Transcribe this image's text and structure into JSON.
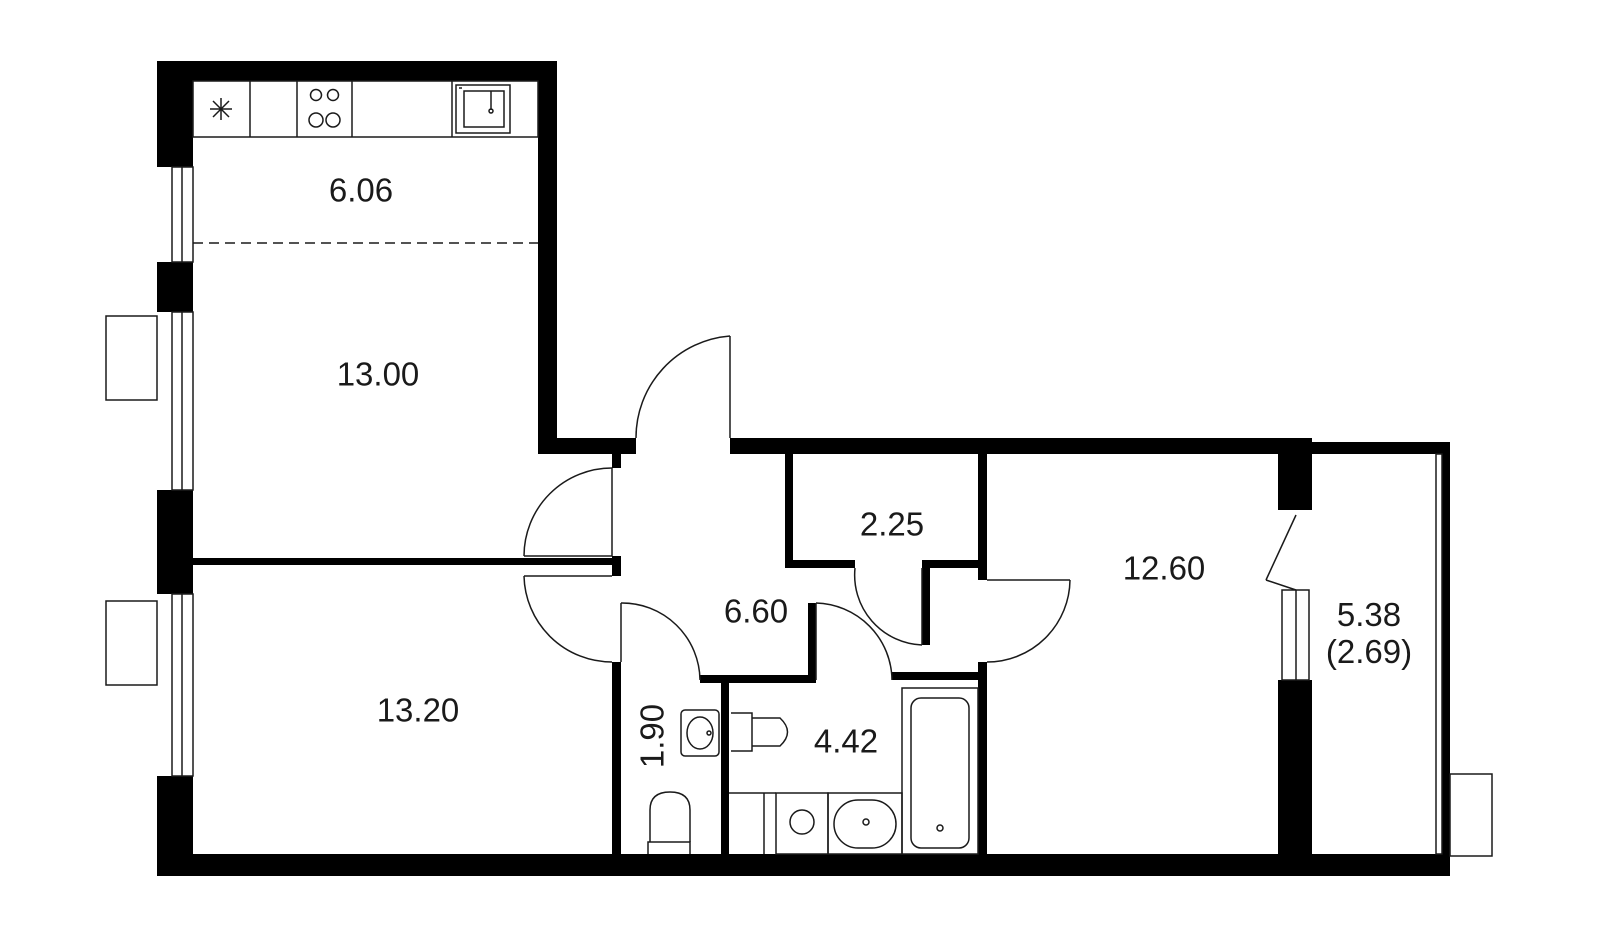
{
  "colors": {
    "wall": "#000000",
    "line": "#1a1a1a",
    "background": "#ffffff"
  },
  "rooms": [
    {
      "id": "kitchen",
      "area": "6.06"
    },
    {
      "id": "bedroom-1",
      "area": "13.00"
    },
    {
      "id": "bedroom-2",
      "area": "13.20"
    },
    {
      "id": "hallway",
      "area": "6.60"
    },
    {
      "id": "storage",
      "area": "2.25"
    },
    {
      "id": "living-room",
      "area": "12.60"
    },
    {
      "id": "toilet",
      "area": "1.90"
    },
    {
      "id": "bathroom",
      "area": "4.42"
    },
    {
      "id": "balcony",
      "area": "5.38",
      "sub_area": "(2.69)"
    }
  ],
  "icons": [
    "fridge-icon",
    "stove-icon",
    "kitchen-sink-icon",
    "washbasin-icon",
    "toilet-icon",
    "bathtub-icon",
    "washing-machine-icon",
    "bath-sink-icon"
  ]
}
